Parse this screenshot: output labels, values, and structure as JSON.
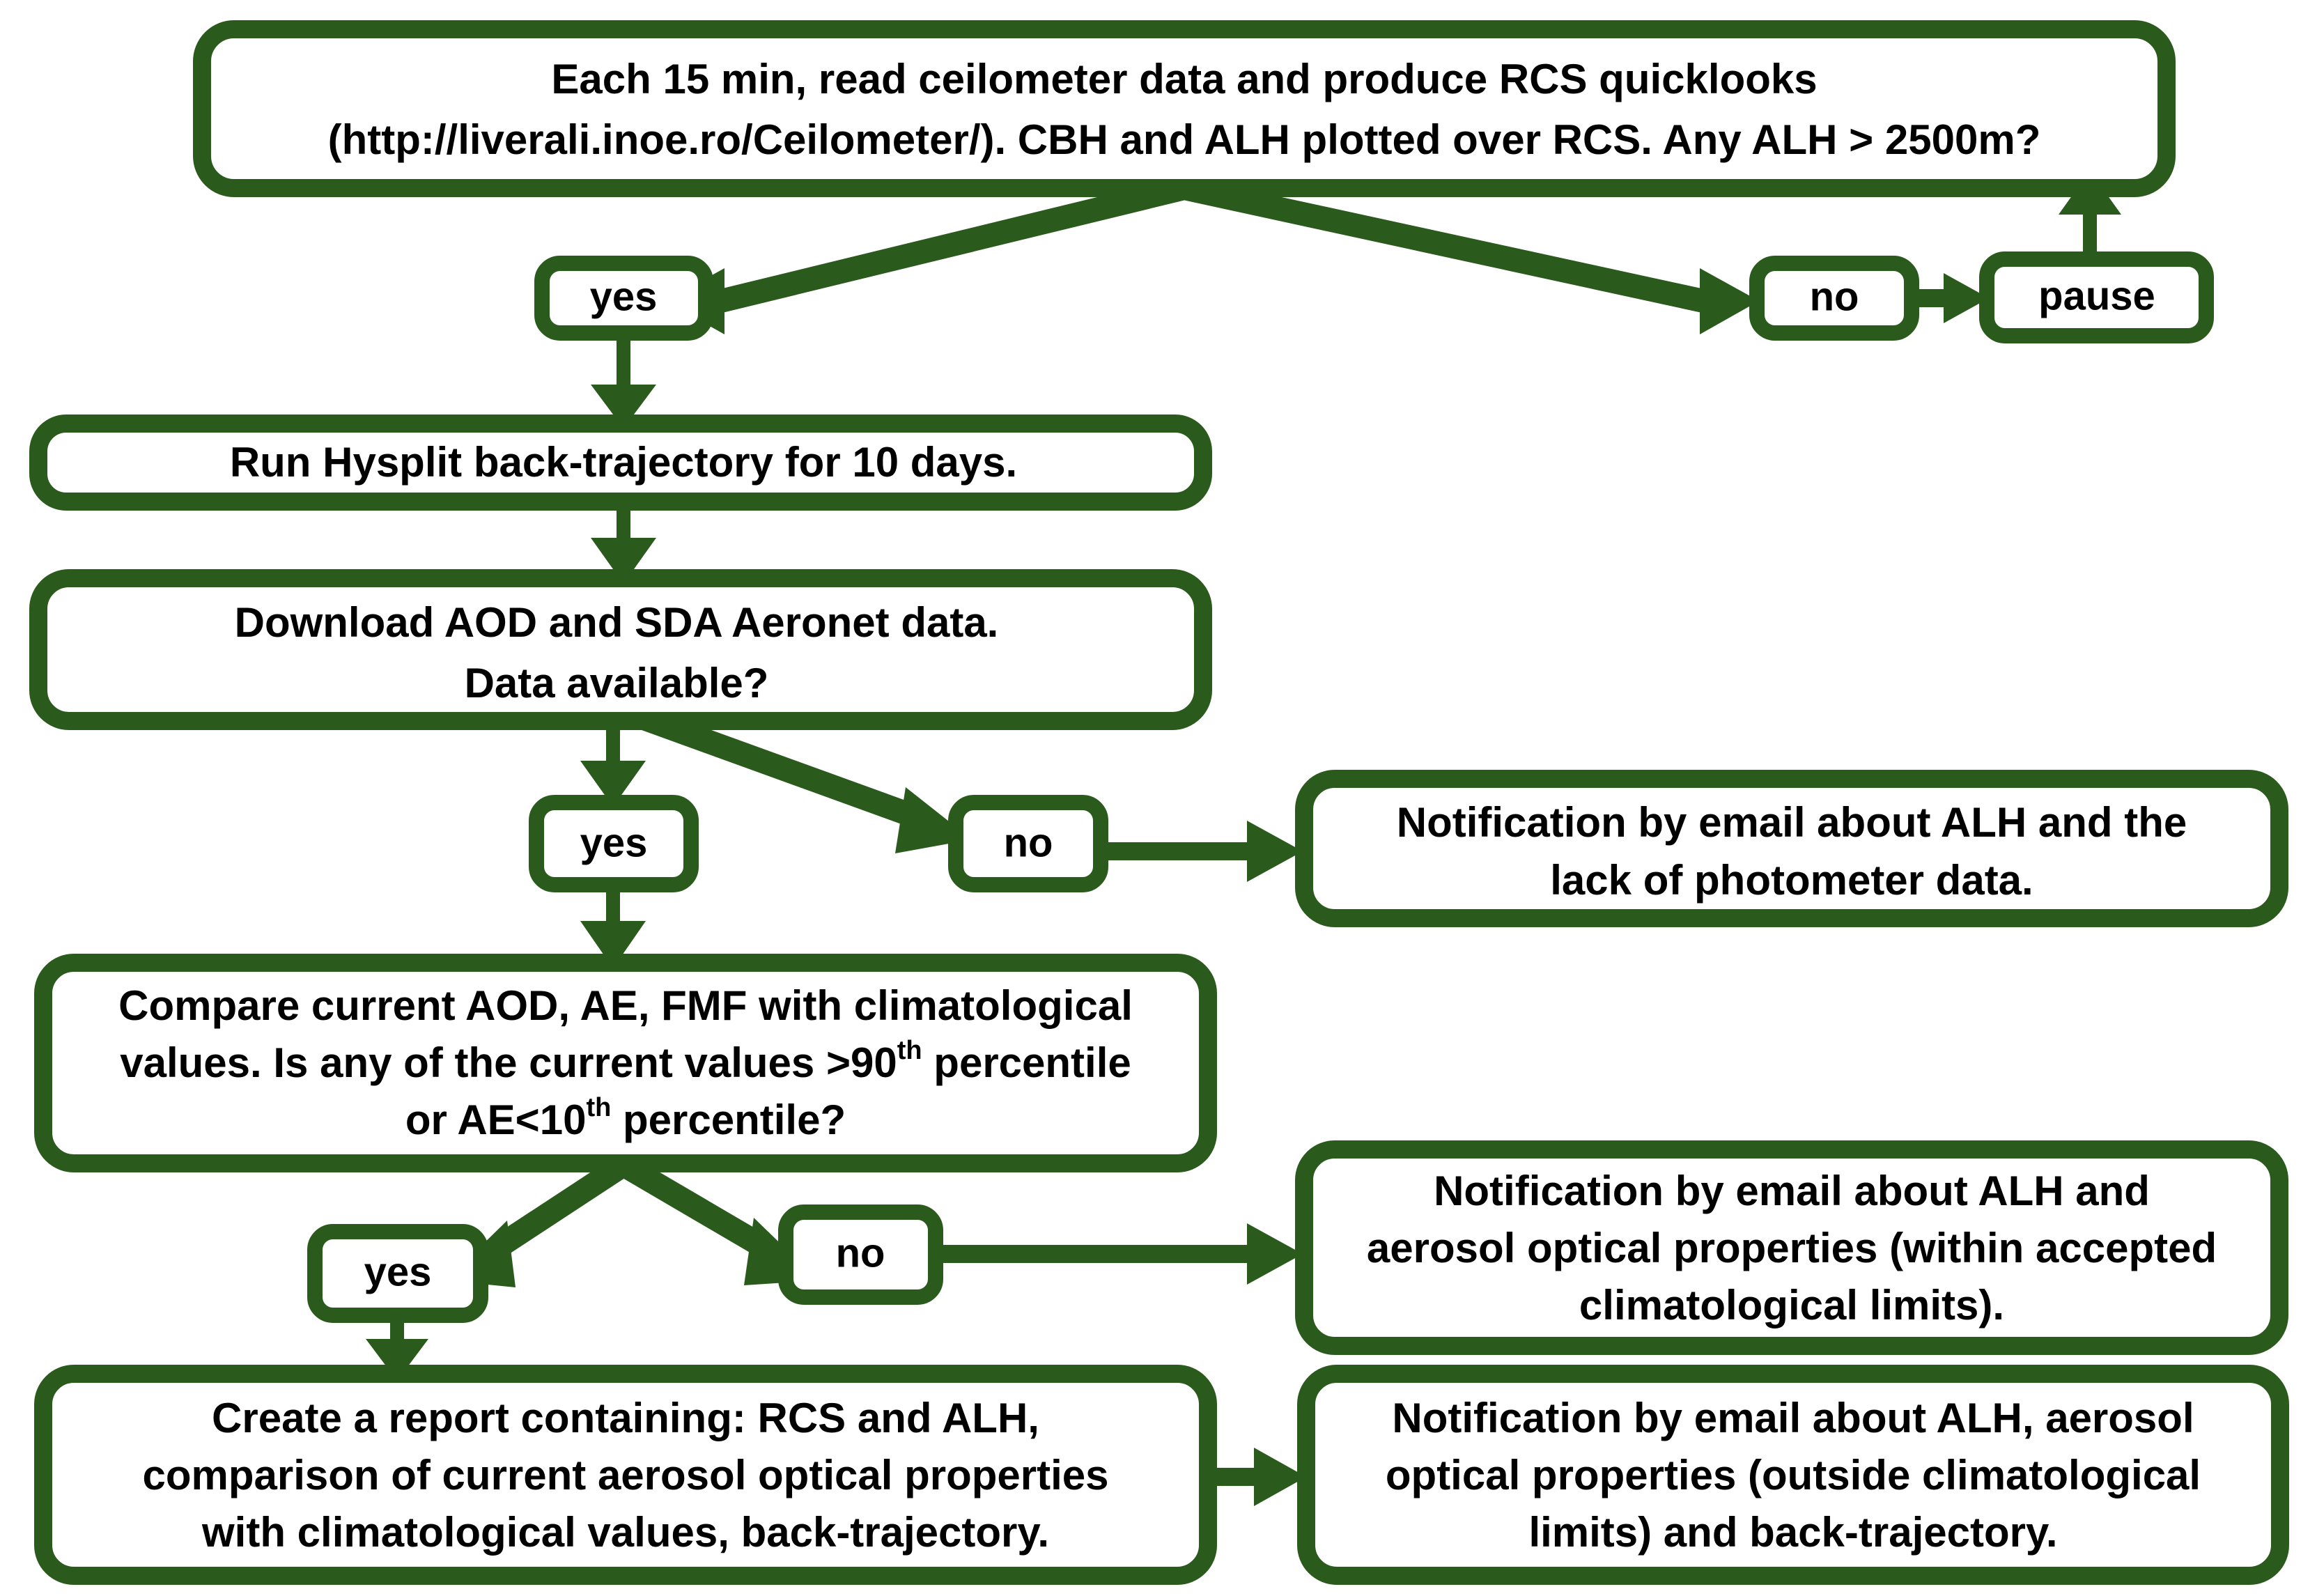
{
  "diagram": {
    "title": "Ceilometer ALH monitoring and notification workflow",
    "accent_color": "#2B5A1D",
    "background_color": "#FFFFFF",
    "text_color": "#000000"
  },
  "nodes": {
    "start": {
      "id": "read-ceilometer-decision",
      "type": "process-decision",
      "line1": "Each 15 min, read ceilometer data and produce RCS quicklooks",
      "line2": "(http://liverali.inoe.ro/Ceilometer/). CBH and ALH plotted over RCS. Any ALH > 2500m?"
    },
    "yes1": {
      "id": "yes-1",
      "type": "label",
      "label": "yes"
    },
    "no1": {
      "id": "no-1",
      "type": "label",
      "label": "no"
    },
    "pause": {
      "id": "pause",
      "type": "terminator",
      "label": "pause"
    },
    "hysplit": {
      "id": "run-hysplit",
      "type": "process",
      "line1": "Run Hysplit back-trajectory for 10 days."
    },
    "download": {
      "id": "download-aeronet-decision",
      "type": "process-decision",
      "line1": "Download AOD and SDA Aeronet data.",
      "line2": "Data available?"
    },
    "yes2": {
      "id": "yes-2",
      "type": "label",
      "label": "yes"
    },
    "no2": {
      "id": "no-2",
      "type": "label",
      "label": "no"
    },
    "notify_nodata": {
      "id": "notify-no-photometer-data",
      "type": "output",
      "line1": "Notification by email about ALH and the",
      "line2": "lack of photometer data."
    },
    "compare": {
      "id": "compare-climatology-decision",
      "type": "process-decision",
      "line1": "Compare current AOD, AE, FMF with climatological",
      "line2_pre": "values. Is any of the current values >90",
      "line2_sup": "th",
      "line2_post": " percentile",
      "line3_pre": "or AE<10",
      "line3_sup": "th",
      "line3_post": " percentile?"
    },
    "yes3": {
      "id": "yes-3",
      "type": "label",
      "label": "yes"
    },
    "no3": {
      "id": "no-3",
      "type": "label",
      "label": "no"
    },
    "notify_within": {
      "id": "notify-within-limits",
      "type": "output",
      "line1": "Notification by email about ALH and",
      "line2": "aerosol optical properties (within accepted",
      "line3": "climatological limits)."
    },
    "report": {
      "id": "create-report",
      "type": "process",
      "line1": "Create a report containing: RCS and ALH,",
      "line2": "comparison of current aerosol optical properties",
      "line3": "with climatological values, back-trajectory."
    },
    "notify_outside": {
      "id": "notify-outside-limits",
      "type": "output",
      "line1": "Notification by email about ALH, aerosol",
      "line2": "optical properties (outside climatological",
      "line3": "limits) and back-trajectory."
    }
  },
  "edges": [
    {
      "from": "start",
      "to": "yes1",
      "label": "yes"
    },
    {
      "from": "start",
      "to": "no1",
      "label": "no"
    },
    {
      "from": "no1",
      "to": "pause",
      "label": ""
    },
    {
      "from": "pause",
      "to": "start",
      "label": ""
    },
    {
      "from": "yes1",
      "to": "hysplit",
      "label": ""
    },
    {
      "from": "hysplit",
      "to": "download",
      "label": ""
    },
    {
      "from": "download",
      "to": "yes2",
      "label": "yes"
    },
    {
      "from": "download",
      "to": "no2",
      "label": "no"
    },
    {
      "from": "no2",
      "to": "notify_nodata",
      "label": ""
    },
    {
      "from": "yes2",
      "to": "compare",
      "label": ""
    },
    {
      "from": "compare",
      "to": "yes3",
      "label": "yes"
    },
    {
      "from": "compare",
      "to": "no3",
      "label": "no"
    },
    {
      "from": "no3",
      "to": "notify_within",
      "label": ""
    },
    {
      "from": "yes3",
      "to": "report",
      "label": ""
    },
    {
      "from": "report",
      "to": "notify_outside",
      "label": ""
    }
  ]
}
